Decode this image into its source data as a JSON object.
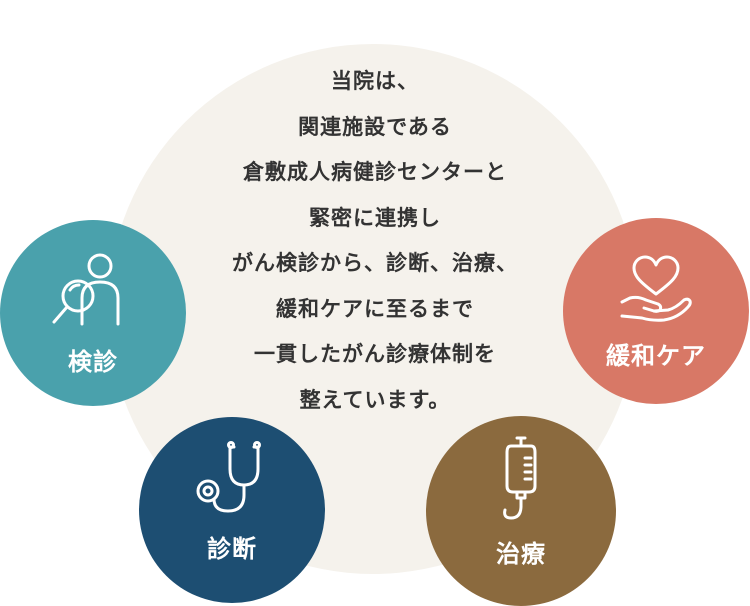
{
  "center": {
    "lines": [
      "当院は、",
      "関連施設である",
      "倉敷成人病健診センターと",
      "緊密に連携し",
      "がん検診から、診断、治療、",
      "緩和ケアに至るまで",
      "一貫したがん診療体制を",
      "整えています。"
    ]
  },
  "nodes": {
    "kenshin": {
      "label": "検診",
      "color": "#4aa1ac",
      "icon": "person-magnifier-icon"
    },
    "shindan": {
      "label": "診断",
      "color": "#1d4e72",
      "icon": "stethoscope-icon"
    },
    "chiryo": {
      "label": "治療",
      "color": "#8b6a3e",
      "icon": "iv-drip-icon"
    },
    "kanwa": {
      "label": "緩和ケア",
      "color": "#d87866",
      "icon": "heart-hand-icon"
    }
  },
  "colors": {
    "background_circle": "#f5f2ec",
    "text": "#333333"
  }
}
